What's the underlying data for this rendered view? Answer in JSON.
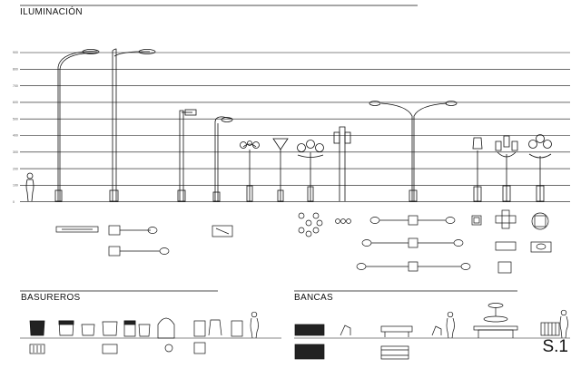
{
  "sections": {
    "lighting": "ILUMINACIÓN",
    "bins": "BASUREROS",
    "benches": "BANCAS"
  },
  "sheet_label": "S.1",
  "scale_ticks": [
    "900",
    "800",
    "700",
    "600",
    "500",
    "400",
    "300",
    "200",
    "100",
    "0"
  ]
}
